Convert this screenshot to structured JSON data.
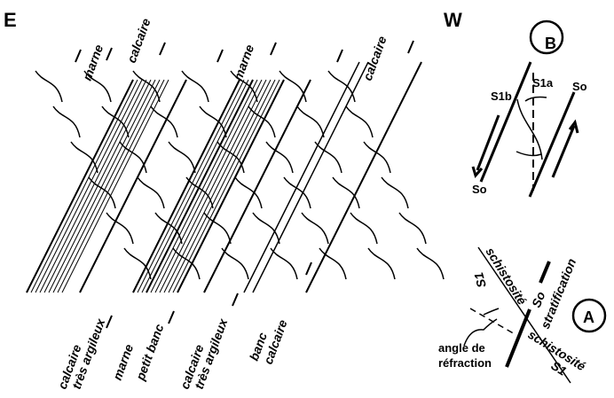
{
  "orientation": {
    "east": "E",
    "west": "W"
  },
  "top_labels": [
    "marne",
    "calcaire",
    "marne",
    "calcaire"
  ],
  "bottom_labels": {
    "calcaire_tres_argileux_1": [
      "calcaire",
      "très argileux"
    ],
    "marne": "marne",
    "petit_banc": "petit banc",
    "calcaire_tres_argileux_2": [
      "calcaire",
      "très argileux"
    ],
    "banc_calcaire": [
      "banc",
      "calcaire"
    ]
  },
  "diagram_b": {
    "label": "B",
    "s1a": "S1a",
    "s1b": "S1b",
    "so_top": "So",
    "so_bottom": "So"
  },
  "diagram_a": {
    "label": "A",
    "s1_top": "S1",
    "schistosite_top": "schistosité",
    "so": "So",
    "stratification": "stratification",
    "schistosite_bottom": "schistosité",
    "s1_bottom": "S1",
    "angle_label": [
      "angle de",
      "réfraction"
    ]
  }
}
